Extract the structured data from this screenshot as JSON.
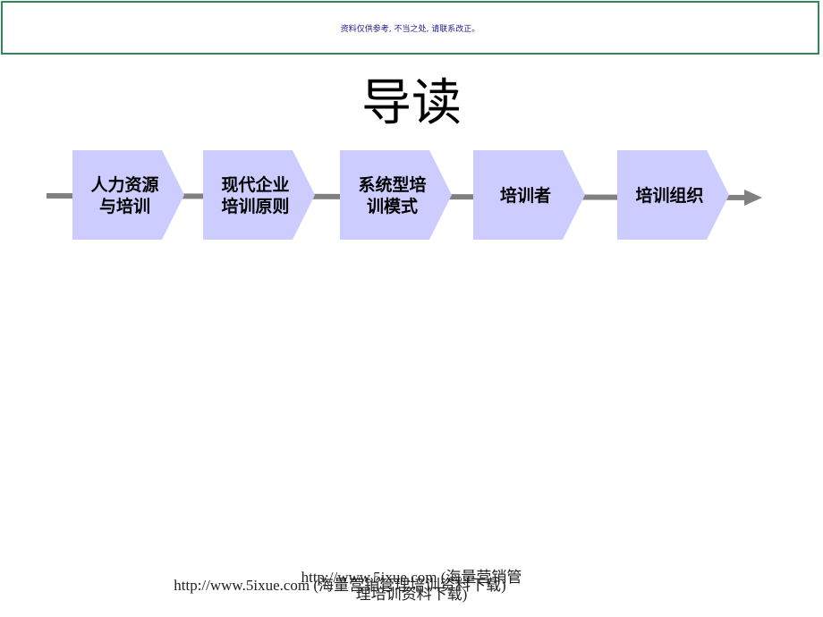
{
  "notice": {
    "text": "资料仅供参考, 不当之处, 请联系改正。"
  },
  "title": "导读",
  "flow": {
    "line_color": "#808080",
    "box_color": "#ccccff",
    "steps": [
      {
        "lines": [
          "人力资源",
          "与培训"
        ]
      },
      {
        "lines": [
          "现代企业",
          "培训原则"
        ]
      },
      {
        "lines": [
          "系统型培",
          "训模式"
        ]
      },
      {
        "lines": [
          "培训者"
        ]
      },
      {
        "lines": [
          "培训组织"
        ]
      }
    ]
  },
  "footer": {
    "overlay_a_line1": "http://www.5ixue.com (海量营销管",
    "overlay_a_line2": "理培训资料下载)",
    "overlay_b": "http://www.5ixue.com (海量营销管理培训资料下载)"
  }
}
